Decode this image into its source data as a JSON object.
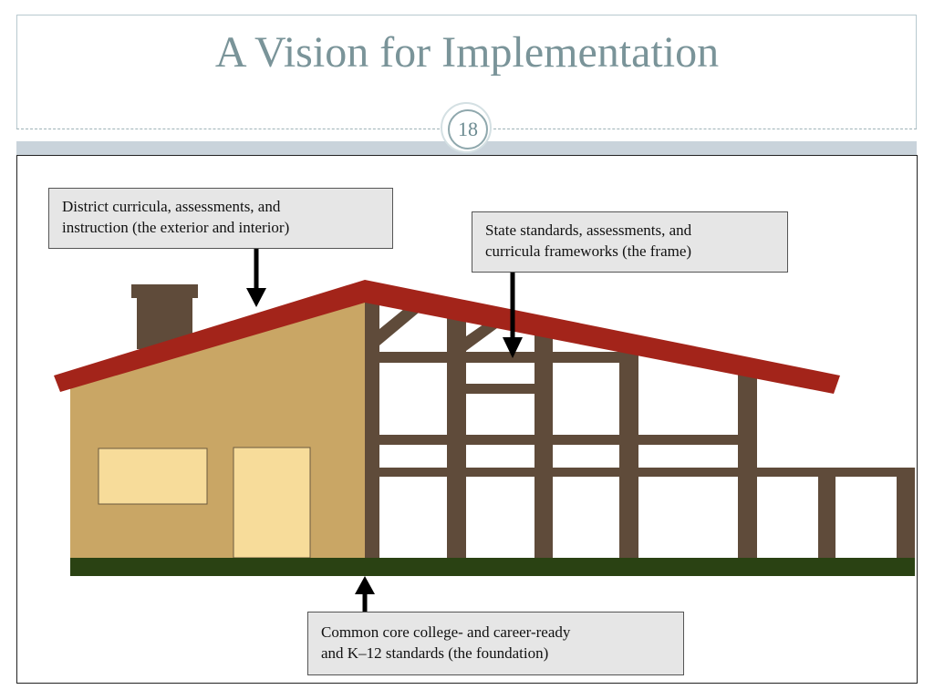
{
  "slide": {
    "title": "A Vision for Implementation",
    "page_number": "18"
  },
  "diagram": {
    "callouts": {
      "district": {
        "line1": "District curricula, assessments, and",
        "line2": "instruction (the exterior and interior)"
      },
      "state": {
        "line1": "State standards, assessments, and",
        "line2": "curricula frameworks (the frame)"
      },
      "common_core": {
        "line1": "Common core college- and career-ready",
        "line2": "and K–12 standards (the foundation)"
      }
    },
    "colors": {
      "roof": "#a3241a",
      "wall": "#c9a665",
      "frame": "#5f4b3a",
      "chimney": "#5f4b3a",
      "window": "#f7dc9a",
      "foundation": "#2a4213",
      "callout_fill": "#e6e6e6",
      "title": "#7a9499"
    }
  }
}
